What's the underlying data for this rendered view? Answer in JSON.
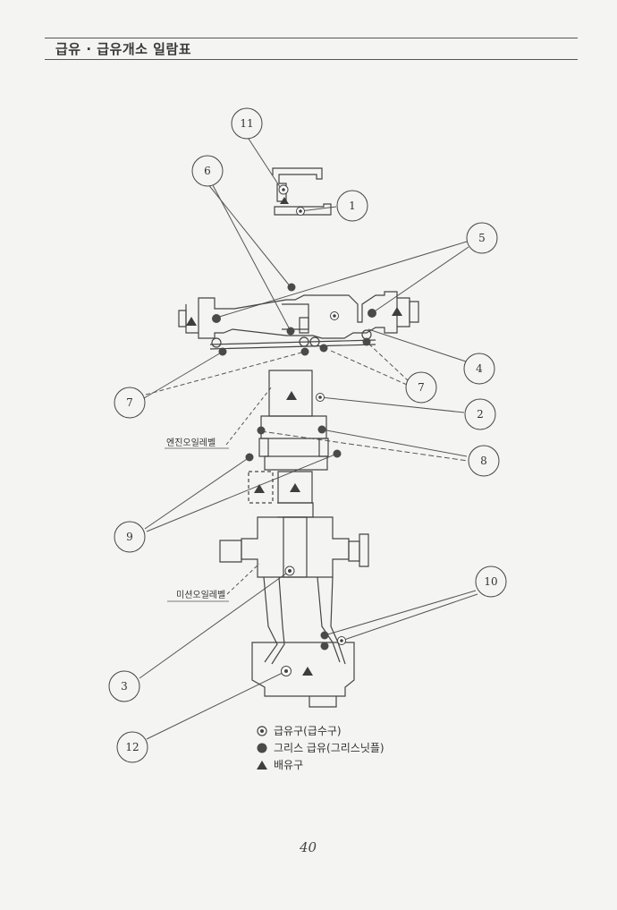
{
  "header": {
    "title": "급유 · 급유개소 일람표"
  },
  "diagram": {
    "callouts": [
      "11",
      "6",
      "1",
      "5",
      "4",
      "7",
      "7",
      "2",
      "8",
      "9",
      "10",
      "3",
      "12"
    ],
    "labels": {
      "engine_oil_level": "엔진오일레벨",
      "transmission_oil_level": "미션오일레벨"
    }
  },
  "legend": {
    "items": [
      {
        "icon": "fill-port-icon",
        "label": "급유구(급수구)"
      },
      {
        "icon": "grease-nipple-icon",
        "label": "그리스 급유(그리스닛플)"
      },
      {
        "icon": "drain-port-icon",
        "label": "배유구"
      }
    ]
  },
  "page_number": "40"
}
